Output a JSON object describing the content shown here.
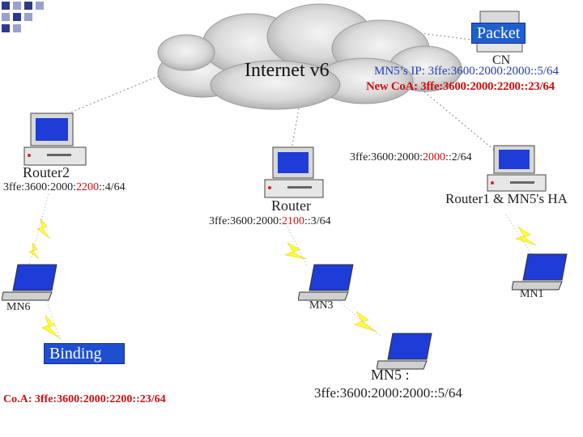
{
  "colors": {
    "accent_blue": "#1f3fb0",
    "accent_red": "#cc1111",
    "packet_bg": "#1e5fd0",
    "binding_bg": "#1e4fd0",
    "logo_square_blue": "#7a7fb8"
  },
  "cloud": {
    "label": "Internet v6"
  },
  "packet": {
    "label": "Packet"
  },
  "cn": {
    "label": "CN",
    "mn5_ip_prefix": "MN5’s IP: 3ffe:3600:2000:2000::5/64",
    "coa_overlap": "New CoA: 3ffe:3600:2000:2200::23/64"
  },
  "routers": {
    "router2": {
      "name": "Router2",
      "prefix_part1": "3ffe:3600:2000:",
      "prefix_highlight": "2200",
      "prefix_part2": "::4/64"
    },
    "router": {
      "name": "Router",
      "prefix_part1": "3ffe:3600:2000:",
      "prefix_highlight": "2100",
      "prefix_part2": "::3/64"
    },
    "router1": {
      "name": "Router1 & MN5's HA",
      "prefix_part1": "3ffe:3600:2000:",
      "prefix_highlight": "2000",
      "prefix_part2": "::2/64"
    }
  },
  "mobile_nodes": {
    "mn6": "MN6",
    "mn3": "MN3",
    "mn1": "MN1",
    "mn5_title": "MN5 :",
    "mn5_address": "3ffe:3600:2000:2000::5/64"
  },
  "binding": {
    "label": "Binding"
  },
  "coa": {
    "label": "Co.A: 3ffe:3600:2000:2200::23/64"
  }
}
